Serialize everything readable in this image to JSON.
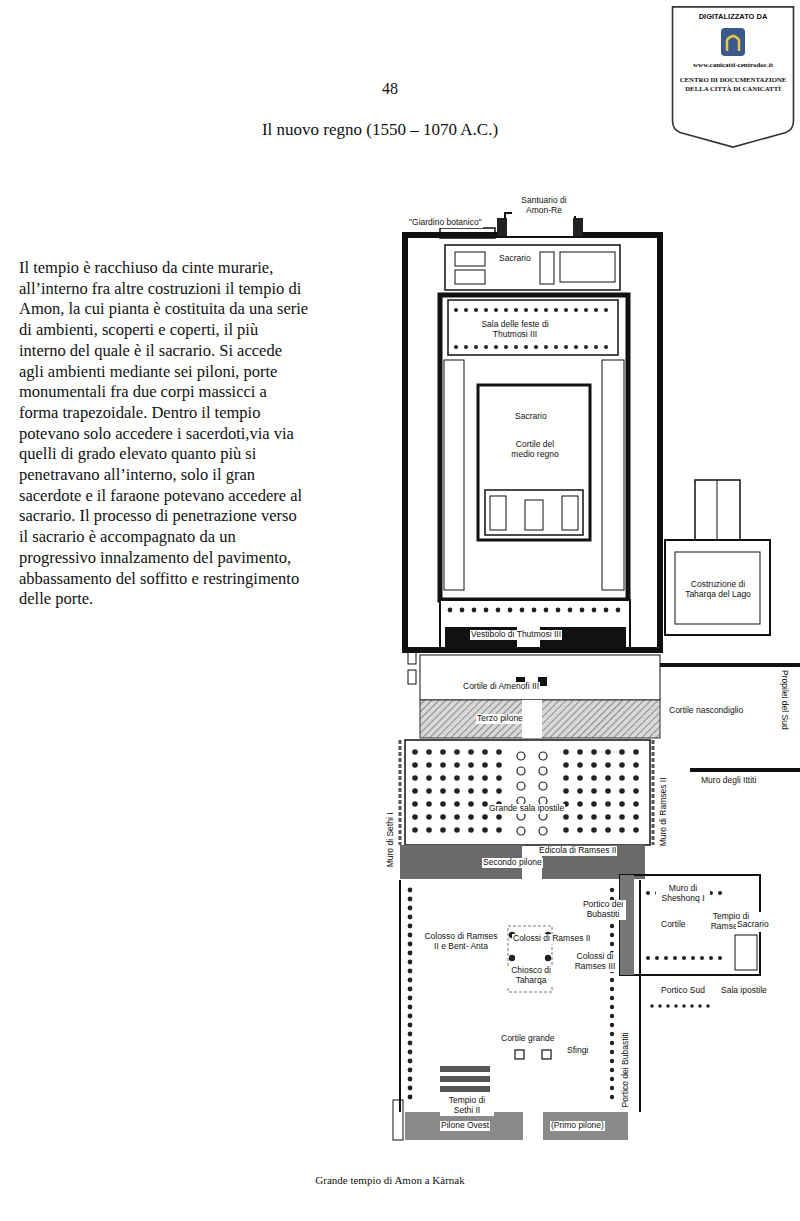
{
  "diagram": {
    "title": "Il nuovo regno (1550 – 1070 A.C.)",
    "caption": "Grande tempio di Amon a Kàrnak",
    "nodes": [
      {
        "text": [
          "DIGITALIZZATO DA",
          "www.canicatti-centrodoc.it",
          "CENTRO DI DOCUMENTAZIONE DELLA CITTÀ DI CANICATTÌ"
        ]
      }
    ],
    "labels": [
      "48",
      "Il tempio è racchiuso da cinte murarie, all’interno fra altre costruzioni il tempio di Amon, la cui pianta è costituita da una serie di ambienti, scoperti e coperti, il più interno del quale è il sacrario. Si accede agli ambienti mediante sei piloni, porte monumentali fra due corpi massicci a forma trapezoidale. Dentro il tempio potevano solo accedere i sacerdoti,via via quelli di grado elevato quanto più si penetravano all’interno, solo il gran sacerdote e il faraone potevano accedere al sacrario. Il processo di penetrazione verso il sacrario è accompagnato da un progressivo innalzamento del pavimento, abbassamento del soffitto e restringimento delle porte.",
      "Santuario di Amon-Re",
      "\"Giardino botanico\"",
      "Sacrario",
      "Sala delle feste di Thutmosi III",
      "Sacrario",
      "Cortile del medio regno",
      "Vestibolo di Thutmosi III",
      "Cortile di Amenofi III",
      "Terzo pilone",
      "Cortile nascondiglio",
      "Propilei del Sud",
      "Muro degli Ittiti",
      "Grande sala ipostile",
      "Muro di Sethi I",
      "Muro di Ramses II",
      "Edicola di Ramses II",
      "Secondo pilone",
      "Muro di Sheshonq I",
      "Portico dei Bubastiti",
      "Tempio di Ramses III",
      "Colosso di Ramses II e Bent- Anta",
      "Colossi di Ramses II",
      "Colossi di Ramses III",
      "Cortile",
      "Sacrario",
      "Portico Sud",
      "Sala ipostile",
      "Chiosco di Taharqa",
      "Cortile grande",
      "Sfingi",
      "Tempio di Sethi II",
      "Portico dei Bubastiti",
      "Pilone Ovest",
      "(Primo pilone)",
      "Costruzione di Taharqa del Lago"
    ]
  }
}
